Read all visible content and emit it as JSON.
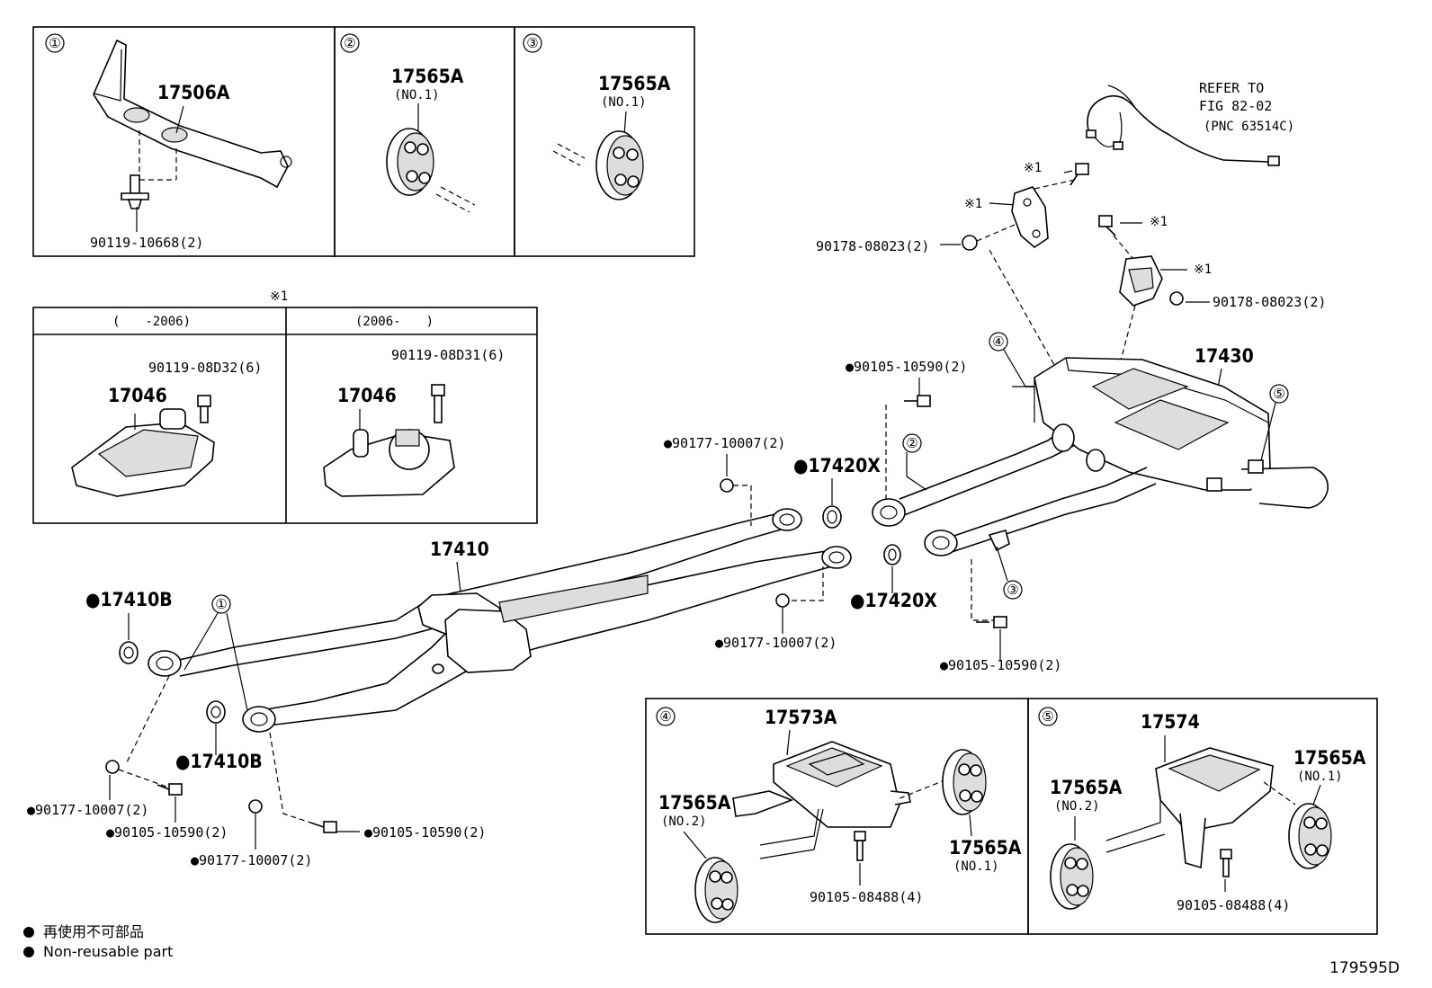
{
  "callouts": {
    "c1": "①",
    "c2": "②",
    "c3": "③",
    "c4": "④",
    "c5": "⑤",
    "x1": "※1"
  },
  "inset1": {
    "num": "①",
    "part": "17506A",
    "bolt": "90119-10668(2)"
  },
  "inset2": {
    "num": "②",
    "part": "17565A",
    "sub": "(NO.1)"
  },
  "inset3": {
    "num": "③",
    "part": "17565A",
    "sub": "(NO.1)"
  },
  "variant_table": {
    "title": "※1",
    "col1_header": "(　　-2006)",
    "col2_header": "(2006-　　)",
    "col1_part": "17046",
    "col1_bolt": "90119-08D32(6)",
    "col2_part": "17046",
    "col2_bolt": "90119-08D31(6)"
  },
  "refer": {
    "line1": "REFER TO",
    "line2": "FIG 82-02",
    "line3": "(PNC 63514C)"
  },
  "main_labels": {
    "x1_bolt_top": "※1",
    "x1_bracket": "※1",
    "x1_bolt_right": "※1",
    "x1_actuator": "※1",
    "nut_left": "90178-08023(2)",
    "nut_right": "90178-08023(2)",
    "muffler": "17430",
    "bolt_upper": "●90105-10590(2)",
    "bolt_lower": "●90105-10590(2)",
    "gasket_upper": "●17420X",
    "gasket_lower": "●17420X",
    "nut_upper": "●90177-10007(2)",
    "nut_mid": "●90177-10007(2)",
    "front_pipe": "17410",
    "gasket_fl1": "●17410B",
    "gasket_fl2": "●17410B",
    "nut_fl": "●90177-10007(2)",
    "bolt_fl1": "●90105-10590(2)",
    "bolt_fl2": "●90105-10590(2)",
    "nut_fl2": "●90177-10007(2)"
  },
  "inset4": {
    "num": "④",
    "part": "17573A",
    "rubber_l": "17565A",
    "rubber_l_sub": "(NO.2)",
    "rubber_r": "17565A",
    "rubber_r_sub": "(NO.1)",
    "bolt": "90105-08488(4)"
  },
  "inset5": {
    "num": "⑤",
    "part": "17574",
    "rubber_l": "17565A",
    "rubber_l_sub": "(NO.2)",
    "rubber_r": "17565A",
    "rubber_r_sub": "(NO.1)",
    "bolt": "90105-08488(4)"
  },
  "legend": {
    "jp": "再使用不可部品",
    "en": "Non-reusable part"
  },
  "figure_id": "179595D"
}
